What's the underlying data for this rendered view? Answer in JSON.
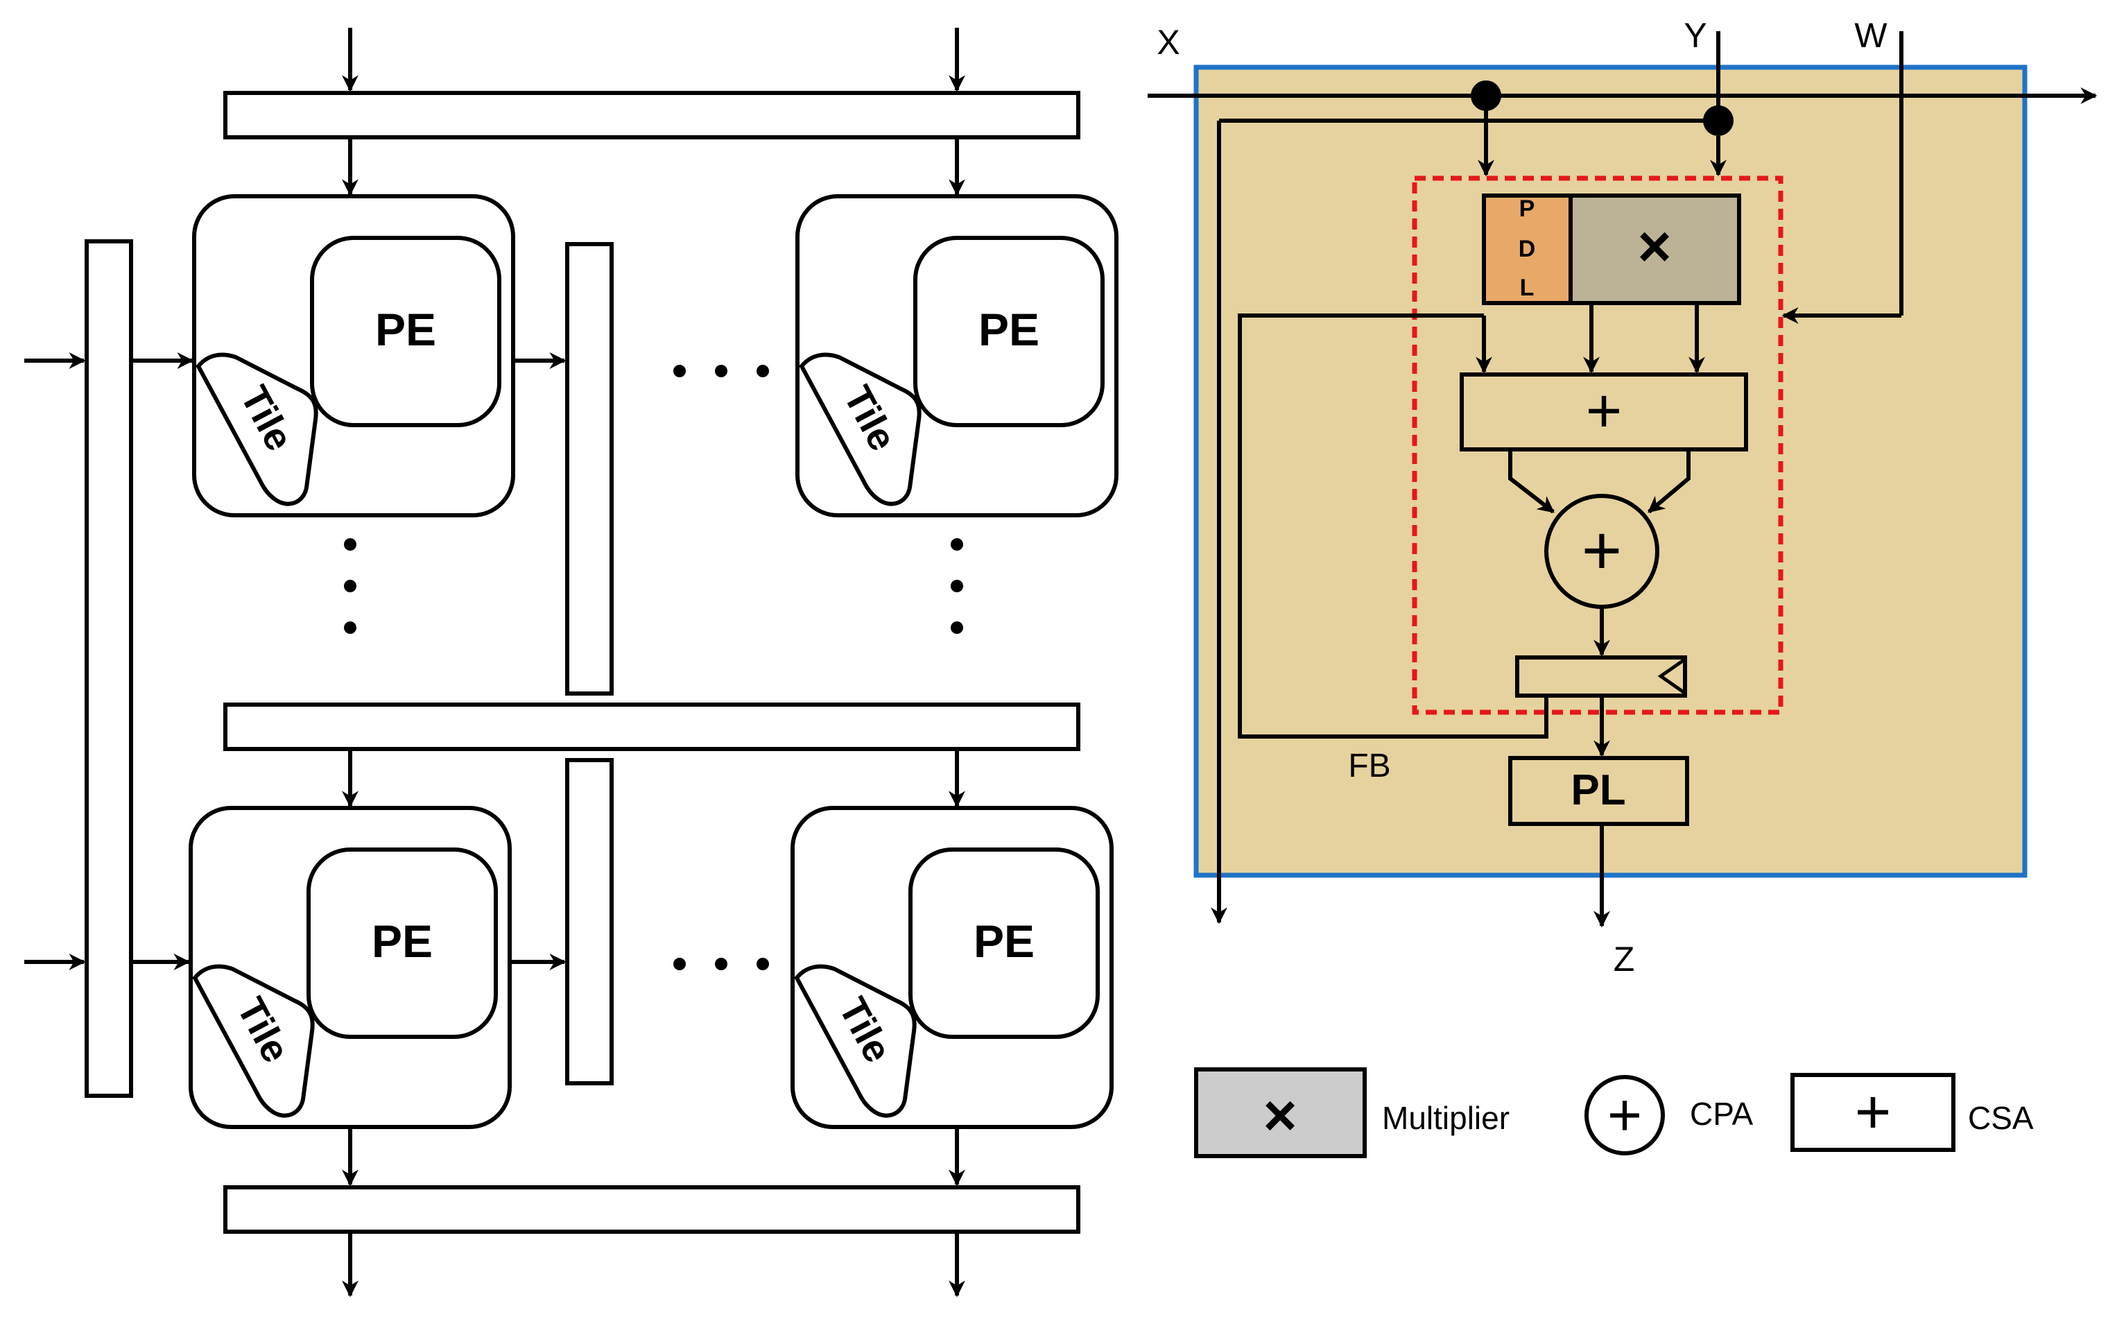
{
  "grid": {
    "pe_label": "PE",
    "tile_label": "Tile",
    "tiles": [
      {
        "id": "top-left"
      },
      {
        "id": "top-right"
      },
      {
        "id": "bottom-left"
      },
      {
        "id": "bottom-right"
      }
    ]
  },
  "pe_detail": {
    "input_x": "X",
    "input_y": "Y",
    "input_w": "W",
    "output_z": "Z",
    "feedback_label": "FB",
    "pdl_letters": [
      "P",
      "D",
      "L"
    ],
    "multiplier_symbol": "×",
    "csa_symbol": "+",
    "cpa_symbol": "+",
    "pipeline_label": "PL"
  },
  "legend": {
    "multiplier_label": "Multiplier",
    "cpa_label": "CPA",
    "csa_label": "CSA",
    "multiplier_symbol": "×",
    "cpa_symbol": "+",
    "csa_symbol": "+"
  },
  "colors": {
    "pe_background": "#e6d29e",
    "pe_border": "#1f73c8",
    "dashed_region": "#e5171b",
    "pdl_fill": "#e8a868",
    "multiplier_fill": "#bcb396",
    "legend_multiplier_fill": "#cccccc"
  }
}
